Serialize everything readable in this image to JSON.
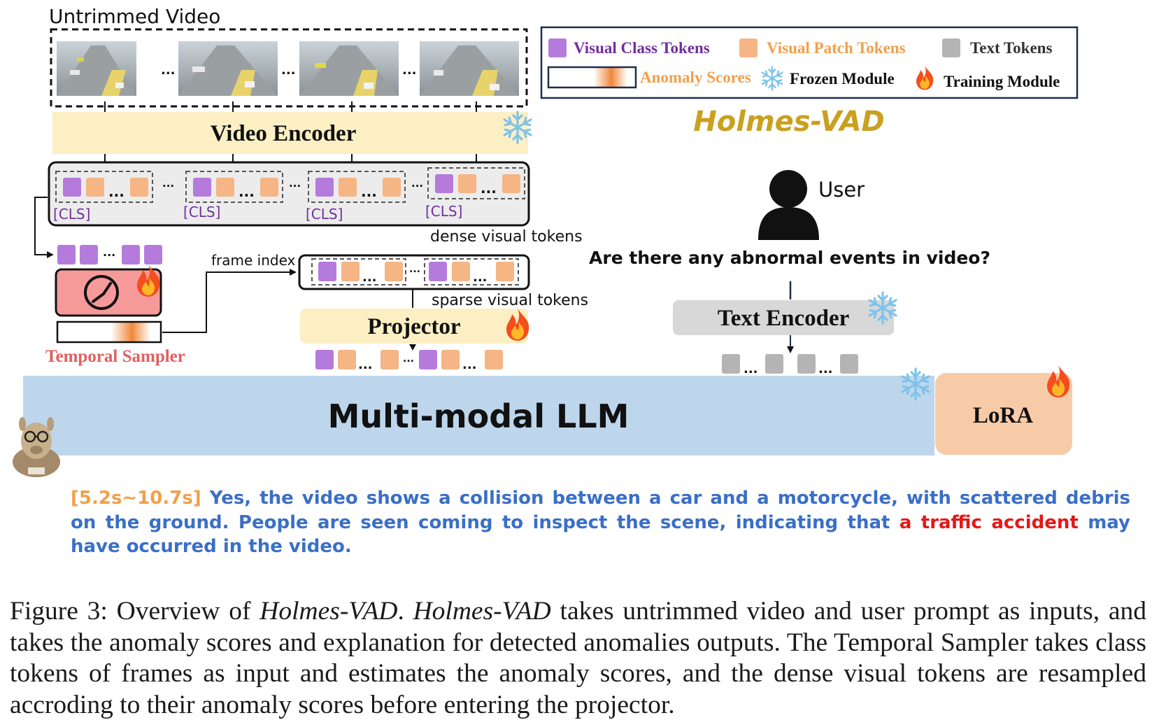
{
  "figure": {
    "untrimmed_video_label": "Untrimmed Video",
    "ellipsis": "...",
    "video_encoder_label": "Video Encoder",
    "cls_label": "[CLS]",
    "dense_tokens_label": "dense visual tokens",
    "frame_index_label": "frame index",
    "sparse_tokens_label": "sparse visual tokens",
    "temporal_sampler_label": "Temporal Sampler",
    "projector_label": "Projector",
    "user_label": "User",
    "user_question": "Are there any abnormal events in video?",
    "text_encoder_label": "Text Encoder",
    "llm_label": "Multi-modal LLM",
    "lora_label": "LoRA",
    "brand_title": "Holmes-VAD",
    "legend": {
      "visual_class_tokens": "Visual Class Tokens",
      "visual_patch_tokens": "Visual Patch Tokens",
      "text_tokens": "Text Tokens",
      "anomaly_scores": "Anomaly Scores",
      "frozen_module": "Frozen Module",
      "training_module": "Training Module"
    },
    "colors": {
      "class_token": "#b57bdc",
      "patch_token": "#f5b584",
      "text_token": "#b4b4b4",
      "encoder_fill": "#fcefc4",
      "llm_fill": "#bdd6ec",
      "lora_fill": "#f8cba8",
      "sampler_fill": "#f69a99",
      "text_encoder_fill": "#d8d8d8",
      "cls_text": "#7030a0",
      "sampler_text": "#e06060",
      "answer_text": "#3a6fc6",
      "timestamp": "#f0a04b",
      "highlight": "#e51818"
    },
    "icons": [
      "snowflake-icon",
      "fire-icon",
      "user-icon",
      "clock-icon",
      "alpaca-avatar"
    ]
  },
  "answer": {
    "timestamp": "[5.2s~10.7s]",
    "text_before": " Yes, the video shows a collision between a car and a motorcycle, with scattered debris on the ground. People are seen coming to inspect the scene, indicating that ",
    "highlight": "a traffic accident",
    "text_after": " may have occurred in the video."
  },
  "caption": {
    "prefix": "Figure 3: Overview of ",
    "name1": "Holmes-VAD",
    "mid": ".  ",
    "name2": "Holmes-VAD",
    "rest": " takes untrimmed video and user prompt as inputs, and takes the anomaly scores and explanation for detected anomalies outputs. The Temporal Sampler takes class tokens of frames as input and estimates the anomaly scores, and the dense visual tokens are resampled accroding to their anomaly scores before entering the projector."
  }
}
